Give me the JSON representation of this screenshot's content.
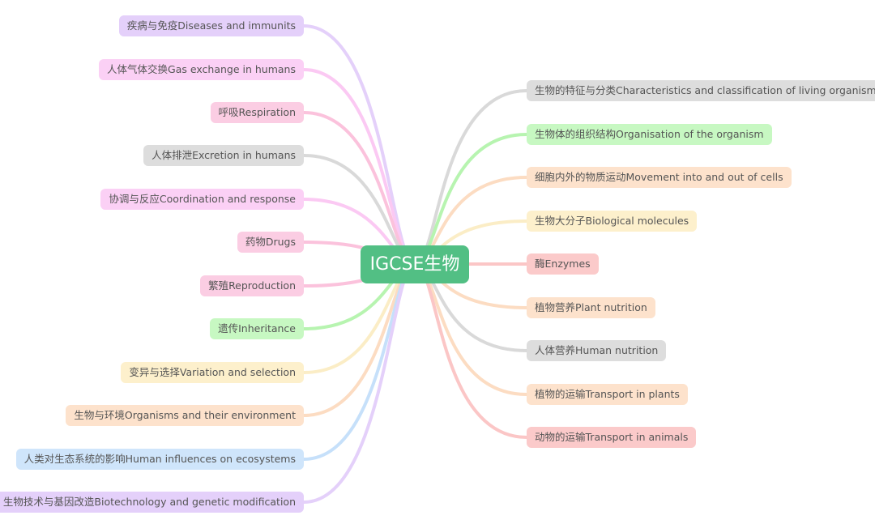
{
  "center": {
    "label": "IGCSE生物",
    "color": "#52bf84"
  },
  "left_branches": [
    {
      "label": "疾病与免疫Diseases and immunits",
      "bg": "#e4d0fa",
      "line": "#e4d0fa"
    },
    {
      "label": "人体气体交换Gas exchange in humans",
      "bg": "#fbd0f5",
      "line": "#fbc9f3"
    },
    {
      "label": "呼吸Respiration",
      "bg": "#fbcde3",
      "line": "#fbc2dc"
    },
    {
      "label": "人体排泄Excretion in humans",
      "bg": "#dddddd",
      "line": "#d9d9d9"
    },
    {
      "label": "协调与反应Coordination and response",
      "bg": "#fbd0f5",
      "line": "#fbc9f3"
    },
    {
      "label": "药物Drugs",
      "bg": "#fbcde3",
      "line": "#fbc2dc"
    },
    {
      "label": "繁殖Reproduction",
      "bg": "#fbcde3",
      "line": "#fbc2dc"
    },
    {
      "label": "遗传Inheritance",
      "bg": "#c7f8c2",
      "line": "#b7f4b0"
    },
    {
      "label": "变异与选择Variation and selection",
      "bg": "#fdf0cc",
      "line": "#fbedc6"
    },
    {
      "label": "生物与环境Organisms and their environment",
      "bg": "#fde2cc",
      "line": "#fcdcc2"
    },
    {
      "label": "人类对生态系统的影响Human influences on ecosystems",
      "bg": "#cfe5fb",
      "line": "#c6e0fa"
    },
    {
      "label": "生物技术与基因改造Biotechnology and genetic modification",
      "bg": "#e4d0fa",
      "line": "#e4d0fa"
    }
  ],
  "right_branches": [
    {
      "label": "生物的特征与分类Characteristics and classification of living organisms",
      "bg": "#dddddd",
      "line": "#d9d9d9"
    },
    {
      "label": "生物体的组织结构Organisation of the organism",
      "bg": "#c7f8c2",
      "line": "#b7f4b0"
    },
    {
      "label": "细胞内外的物质运动Movement into and out of cells",
      "bg": "#fde2cc",
      "line": "#fcdcc2"
    },
    {
      "label": "生物大分子Biological molecules",
      "bg": "#fdf0cc",
      "line": "#fbedc6"
    },
    {
      "label": "酶Enzymes",
      "bg": "#fbcaca",
      "line": "#fbc6c6"
    },
    {
      "label": "植物营养Plant nutrition",
      "bg": "#fde2cc",
      "line": "#fcdcc2"
    },
    {
      "label": "人体营养Human nutrition",
      "bg": "#dddddd",
      "line": "#d9d9d9"
    },
    {
      "label": "植物的运输Transport in plants",
      "bg": "#fde2cc",
      "line": "#fcdcc2"
    },
    {
      "label": "动物的运输Transport in animals",
      "bg": "#fbcaca",
      "line": "#fbc6c6"
    }
  ]
}
